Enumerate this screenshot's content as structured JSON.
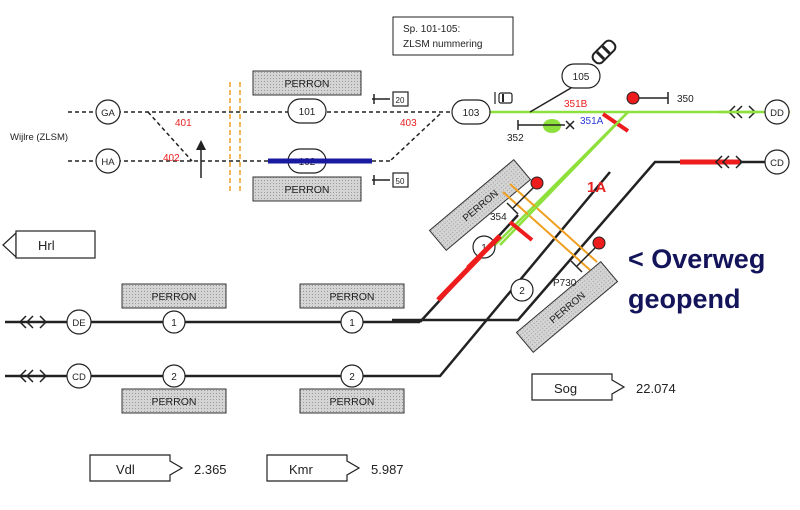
{
  "note_box": {
    "line1": "Sp. 101-105:",
    "line2": "ZLSM nummering"
  },
  "left_station_label": "Wijlre (ZLSM)",
  "platform_label": "PERRON",
  "track_ends": {
    "ga": "GA",
    "ha": "HA",
    "dd": "DD",
    "cd_top": "CD",
    "de": "DE",
    "cd_bottom": "CD"
  },
  "switch_numbers": {
    "s401": "401",
    "s402": "402",
    "s403": "403",
    "s351b": "351B",
    "s351a": "351A"
  },
  "signals": {
    "s101": "101",
    "s102": "102",
    "s103": "103",
    "s105": "105",
    "s350": "350",
    "s352": "352",
    "s354": "354",
    "p730": "P730"
  },
  "bumper_labels": {
    "top": "20",
    "bottom": "50"
  },
  "track_numbers": {
    "t1": "1",
    "t2": "2"
  },
  "route_label": "1A",
  "crossing_status": {
    "line1": "< Overweg",
    "line2": "geopend"
  },
  "stations": {
    "hrl": "Hrl",
    "sog": {
      "name": "Sog",
      "km": "22.074"
    },
    "vdl": {
      "name": "Vdl",
      "km": "2.365"
    },
    "kmr": {
      "name": "Kmr",
      "km": "5.987"
    }
  },
  "colors": {
    "track": "#222222",
    "occupied_red": "#ee1c1c",
    "route_green": "#8ee03c",
    "occupied_blue": "#1a1aa0",
    "level_crossing": "#f0a020",
    "crossing_text": "#14145a",
    "platform_fill": "#d4d4d4"
  }
}
